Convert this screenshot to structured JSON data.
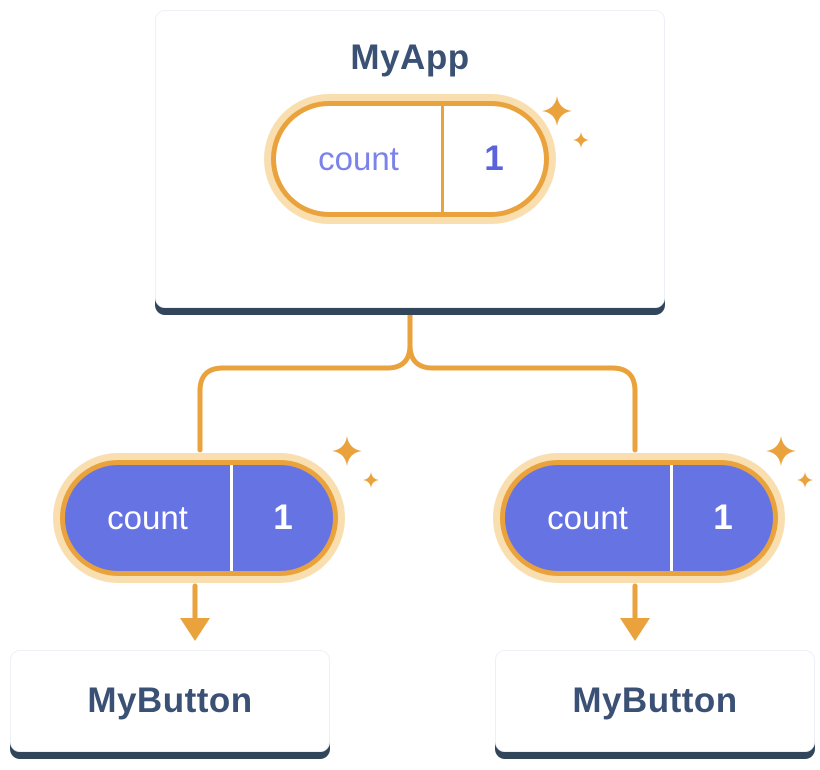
{
  "diagram": {
    "description": "Component tree sharing state: parent passes count state down to two buttons",
    "root": {
      "title": "MyApp",
      "state": {
        "label": "count",
        "value": "1"
      }
    },
    "children": [
      {
        "title": "MyButton",
        "state": {
          "label": "count",
          "value": "1"
        }
      },
      {
        "title": "MyButton",
        "state": {
          "label": "count",
          "value": "1"
        }
      }
    ],
    "icons": {
      "sparkle": "four-point-star",
      "arrow": "arrow-down"
    },
    "colors": {
      "accent_orange": "#e9a23c",
      "orange_halo": "#f9dfb0",
      "state_purple": "#6673e2",
      "heading_text": "#3a5074",
      "card_edge_shadow": "#32465b",
      "card_background": "#ffffff"
    }
  }
}
